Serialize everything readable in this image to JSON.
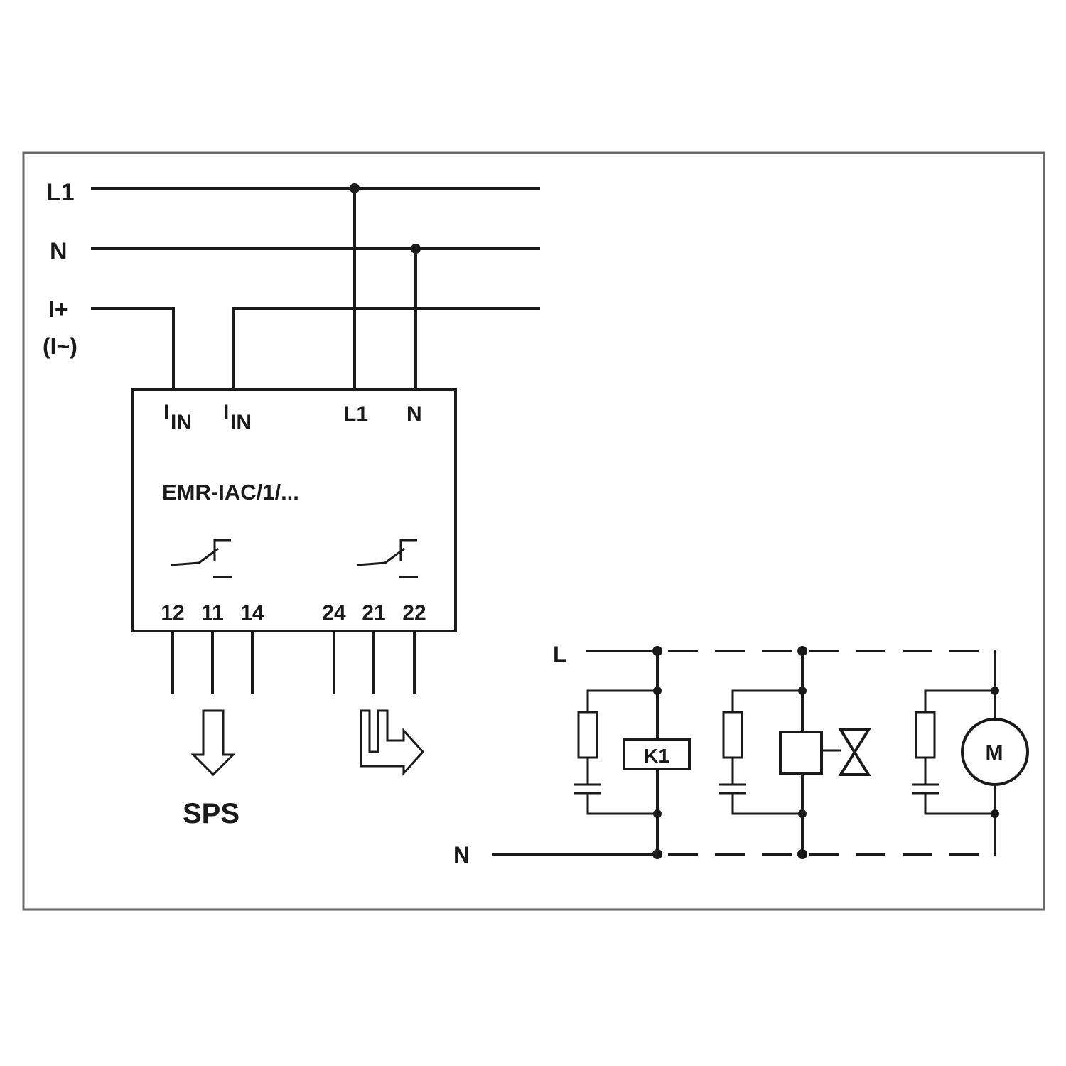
{
  "bus": {
    "l1": "L1",
    "n": "N",
    "i_plus": "I+",
    "i_ac": "(I~)"
  },
  "module": {
    "name": "EMR-IAC/1/...",
    "input_a": "I",
    "input_a_sub": "IN",
    "input_b": "I",
    "input_b_sub": "IN",
    "supply_l1": "L1",
    "supply_n": "N",
    "terminals": [
      "12",
      "11",
      "14",
      "24",
      "21",
      "22"
    ]
  },
  "outputs": {
    "plc": "SPS"
  },
  "loads": {
    "line": "L",
    "neutral": "N",
    "relay": "K1",
    "motor": "M"
  }
}
